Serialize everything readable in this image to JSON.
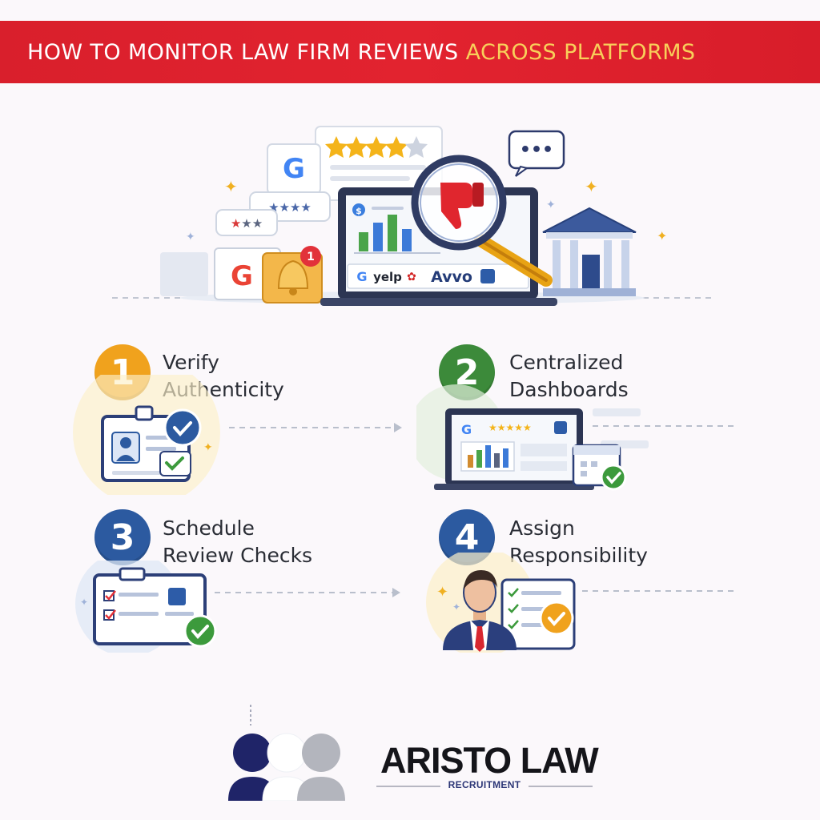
{
  "header": {
    "title_main": "HOW TO MONITOR LAW FIRM REVIEWS",
    "title_accent": "ACROSS PLATFORMS"
  },
  "hero": {
    "platforms": [
      "G",
      "yelp",
      "Avvo"
    ],
    "notification_count": "1",
    "chat_dots": "•••",
    "dollar_icon": "$"
  },
  "steps": [
    {
      "number": "1",
      "line1": "Verify",
      "line2": "Authenticity"
    },
    {
      "number": "2",
      "line1": "Centralized",
      "line2": "Dashboards"
    },
    {
      "number": "3",
      "line1": "Schedule",
      "line2": "Review Checks"
    },
    {
      "number": "4",
      "line1": "Assign",
      "line2": "Responsibility"
    }
  ],
  "colors": {
    "banner": "#e2232f",
    "accent_text": "#f8cf5a",
    "step1": "#f0a21d",
    "step2": "#3c8a3a",
    "step3": "#2c5aa0",
    "step4": "#2c5aa0",
    "navy": "#1f2468"
  },
  "brand": {
    "name": "ARISTO LAW",
    "tagline": "RECRUITMENT"
  }
}
